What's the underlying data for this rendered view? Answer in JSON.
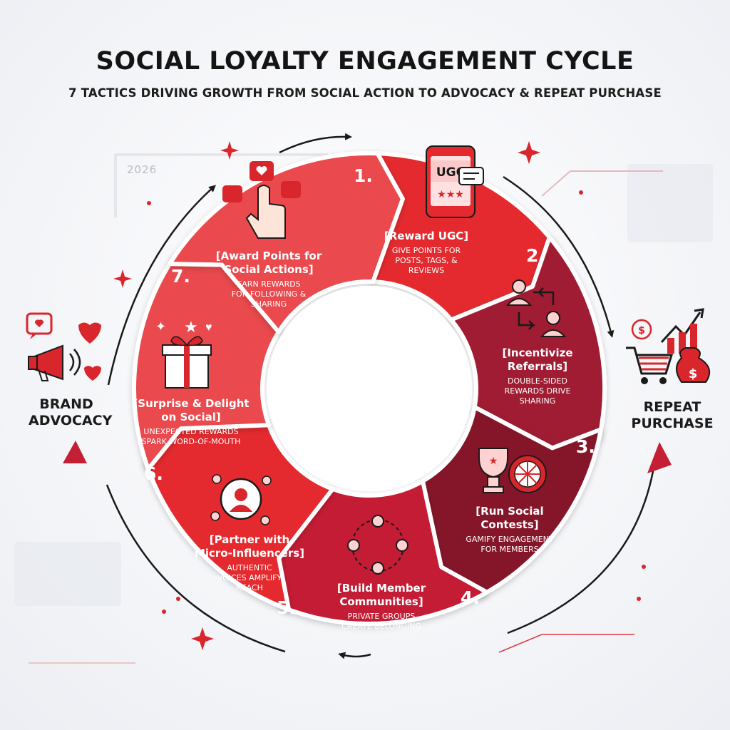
{
  "header": {
    "title": "SOCIAL LOYALTY ENGAGEMENT CYCLE",
    "subtitle": "7 TACTICS DRIVING GROWTH FROM SOCIAL ACTION TO ADVOCACY & REPEAT PURCHASE"
  },
  "decor": {
    "year": "2026"
  },
  "colors": {
    "red_bright": "#e42a2f",
    "red_mid": "#c41f35",
    "red_dark": "#9f1b33",
    "red_deep": "#85172c",
    "red_light": "#ea4a4e",
    "accent": "#d9262c"
  },
  "segments": [
    {
      "number": "1.",
      "title": "[Reward UGC]",
      "desc": "GIVE POINTS FOR POSTS, TAGS, & REVIEWS",
      "icon": "ugc-phone-icon",
      "badge": "UGC"
    },
    {
      "number": "2.",
      "title": "[Incentivize Referrals]",
      "desc": "DOUBLE-SIDED REWARDS DRIVE SHARING",
      "icon": "referral-icon"
    },
    {
      "number": "3.",
      "title": "[Run Social Contests]",
      "desc": "GAMIFY ENGAGEMENT FOR MEMBERS",
      "icon": "trophy-wheel-icon"
    },
    {
      "number": "4.",
      "title": "[Build Member Communities]",
      "desc": "PRIVATE GROUPS CREATE BELONGING",
      "icon": "community-icon"
    },
    {
      "number": "5.",
      "title": "[Partner with Micro-Influencers]",
      "desc": "AUTHENTIC VOICES AMPLIFY REACH",
      "icon": "influencer-icon"
    },
    {
      "number": "6.",
      "title": "[Surprise & Delight on Social]",
      "desc": "UNEXPECTED REWARDS SPARK WORD-OF-MOUTH",
      "icon": "gift-icon"
    },
    {
      "number": "7.",
      "title": "[Award Points for Social Actions]",
      "desc": "EARN REWARDS FOR FOLLOWING & SHARING",
      "icon": "social-tap-icon"
    }
  ],
  "sides": {
    "left": {
      "label": "BRAND ADVOCACY",
      "icon": "megaphone-icon"
    },
    "right": {
      "label": "REPEAT PURCHASE",
      "icon": "cart-growth-icon"
    }
  }
}
